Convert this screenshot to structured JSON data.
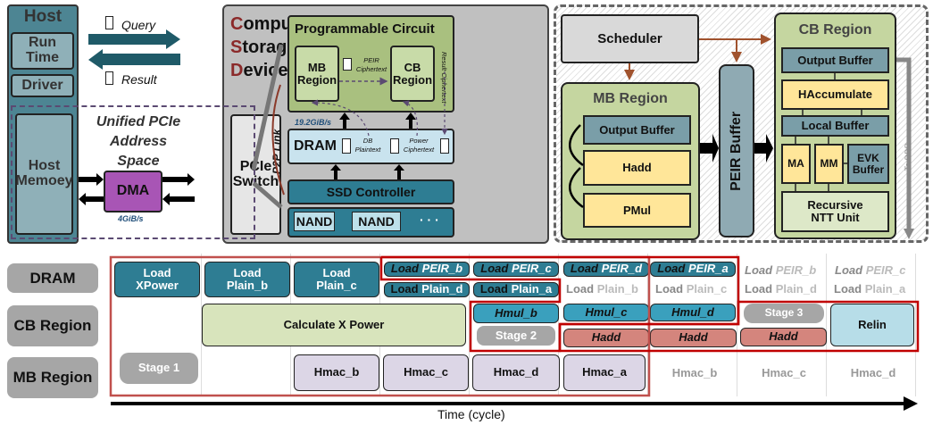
{
  "host": {
    "title": "Host",
    "runtime": "Run Time",
    "driver": "Driver",
    "memory": "Host Memoey"
  },
  "links": {
    "query": "Query",
    "result": "Result",
    "unified": "Unified PCIe Address Space",
    "dma": "DMA",
    "dma_bw": "4GiB/s",
    "p2p": "P2P Link",
    "dram_bw": "19.2GiB/s"
  },
  "csd": {
    "c": "C",
    "omputing": "omputing",
    "s": "S",
    "torage": "torage",
    "d": "D",
    "evice": "evice",
    "pcie_switch": "PCIe Switch",
    "prog_circuit": "Programmable Circuit",
    "mb_region": "MB Region",
    "cb_region": "CB Region",
    "peir_ct": "PEIR Ciphertext",
    "result_ct": "Result Ciphertext",
    "dram": "DRAM",
    "db_plain": "DB Plaintext",
    "power_ct": "Power Ciphertext",
    "ssd": "SSD Controller",
    "nand1": "NAND",
    "nand2": "NAND",
    "dots": "· · ·"
  },
  "accel": {
    "scheduler": "Scheduler",
    "mb_region": "MB Region",
    "mb_output": "Output Buffer",
    "hadd": "Hadd",
    "pmul": "PMul",
    "peir_buffer": "PEIR Buffer",
    "cb_region": "CB Region",
    "cb_output": "Output Buffer",
    "haccum": "HAccumulate",
    "local": "Local Buffer",
    "ma": "MA",
    "mm": "MM",
    "evk": "EVK Buffer",
    "ntt": "Recursive NTT Unit",
    "to_ddr": "To DDR"
  },
  "timeline": {
    "rows": [
      "DRAM",
      "CB Region",
      "MB Region"
    ],
    "axis": "Time (cycle)",
    "dram": [
      "Load XPower",
      "Load Plain_b",
      "Load Plain_c"
    ],
    "load": "Load",
    "peir": [
      "PEIR_b",
      "PEIR_c",
      "PEIR_d",
      "PEIR_a",
      "PEIR_b",
      "PEIR_c"
    ],
    "plain": [
      "Plain_d",
      "Plain_a",
      "Plain_b",
      "Plain_c",
      "Plain_d",
      "Plain_a"
    ],
    "calc": "Calculate X Power",
    "hmul": [
      "Hmul_b",
      "Hmul_c",
      "Hmul_d"
    ],
    "hadd": [
      "Hadd",
      "Hadd",
      "Hadd"
    ],
    "relin": "Relin",
    "stages": [
      "Stage 1",
      "Stage 2",
      "Stage 3"
    ],
    "hmac": [
      "Hmac_b",
      "Hmac_c",
      "Hmac_d",
      "Hmac_a",
      "Hmac_b",
      "Hmac_c",
      "Hmac_d"
    ]
  },
  "colors": {
    "highlight": "#c0504d",
    "teal": "#2e7d93",
    "accent": "#8b2a2a"
  }
}
